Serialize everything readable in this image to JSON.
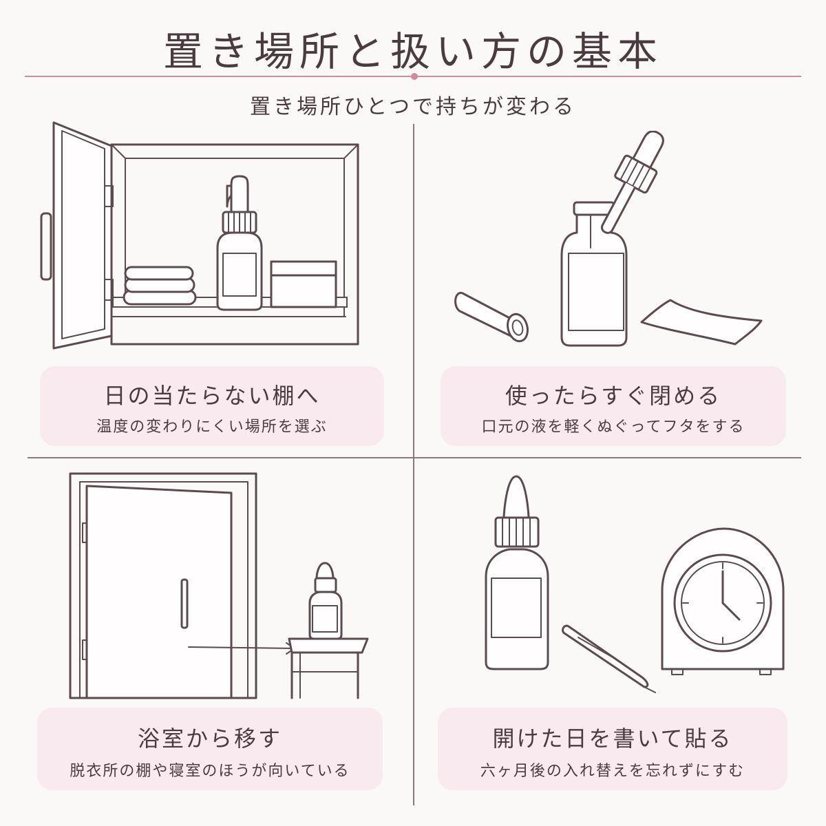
{
  "header": {
    "title": "置き場所と扱い方の基本",
    "subtitle": "置き場所ひとつで持ちが変わる"
  },
  "panels": [
    {
      "title": "日の当たらない棚へ",
      "subtitle": "温度の変わりにくい場所を選ぶ"
    },
    {
      "title": "使ったらすぐ閉める",
      "subtitle": "口元の液を軽くぬぐってフタをする"
    },
    {
      "title": "浴室から移す",
      "subtitle": "脱衣所の棚や寝室のほうが向いている"
    },
    {
      "title": "開けた日を書いて貼る",
      "subtitle": "六ヶ月後の入れ替えを忘れずにすむ"
    }
  ],
  "colors": {
    "accent": "#cf8ba0",
    "card_bg": "#f8eaee",
    "text": "#4a3b40",
    "line": "#5b4a50"
  },
  "icons": [
    "cabinet-icon",
    "dropper-bottle-icon",
    "towel-icon",
    "cream-jar-icon",
    "rolled-cloth-icon",
    "tissue-icon",
    "door-icon",
    "arrow-icon",
    "stool-icon",
    "pen-icon",
    "clock-icon"
  ]
}
